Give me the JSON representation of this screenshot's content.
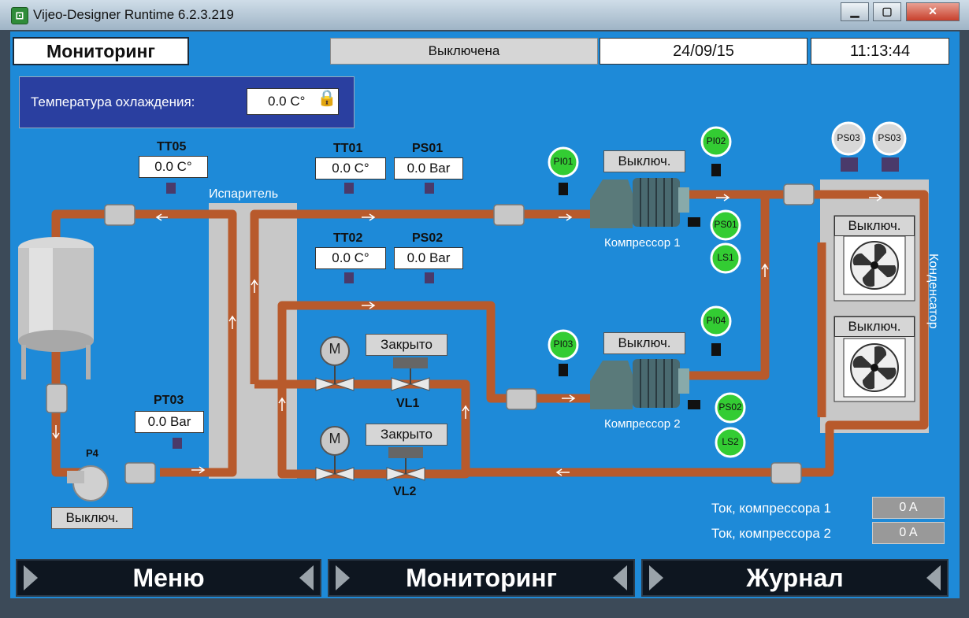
{
  "window": {
    "title": "Vijeo-Designer Runtime 6.2.3.219",
    "minimize": "▁",
    "restore": "▢",
    "close": "✕"
  },
  "header": {
    "screen_name": "Мониторинг",
    "status": "Выключена",
    "date": "24/09/15",
    "time": "11:13:44"
  },
  "cooling_temp": {
    "label": "Температура охлаждения:",
    "value": "0.0  C°"
  },
  "sensors": {
    "TT05": {
      "name": "TT05",
      "value": "0.0  C°"
    },
    "TT01": {
      "name": "TT01",
      "value": "0.0  C°"
    },
    "PS01": {
      "name": "PS01",
      "value": "0.0 Bar"
    },
    "TT02": {
      "name": "TT02",
      "value": "0.0  C°"
    },
    "PS02": {
      "name": "PS02",
      "value": "0.0 Bar"
    },
    "PT03": {
      "name": "PT03",
      "value": "0.0 Bar"
    }
  },
  "labels": {
    "evaporator": "Испаритель",
    "condenser": "Конденсатор",
    "compressor1": "Компрессор 1",
    "compressor2": "Компрессор 2",
    "pump": "P4",
    "valve1": "VL1",
    "valve2": "VL2",
    "motor": "M"
  },
  "states": {
    "comp1": "Выключ.",
    "comp2": "Выключ.",
    "fan1": "Выключ.",
    "fan2": "Выключ.",
    "pump": "Выключ.",
    "valve1": "Закрыто",
    "valve2": "Закрыто"
  },
  "indicators": {
    "PI01": "PI01",
    "PI02": "PI02",
    "PI03": "PI03",
    "PI04": "PI04",
    "PS01": "PS01",
    "PS02": "PS02",
    "LS1": "LS1",
    "LS2": "LS2",
    "PS03a": "PS03",
    "PS03b": "PS03"
  },
  "currents": {
    "c1_label": "Ток, компрессора 1",
    "c1_value": "0 A",
    "c2_label": "Ток, компрессора 2",
    "c2_value": "0 A"
  },
  "nav": {
    "menu": "Меню",
    "monitoring": "Мониторинг",
    "journal": "Журнал"
  },
  "colors": {
    "background": "#1e8ad8",
    "pipe": "#b85a2c",
    "indicator": "#33cc33"
  }
}
